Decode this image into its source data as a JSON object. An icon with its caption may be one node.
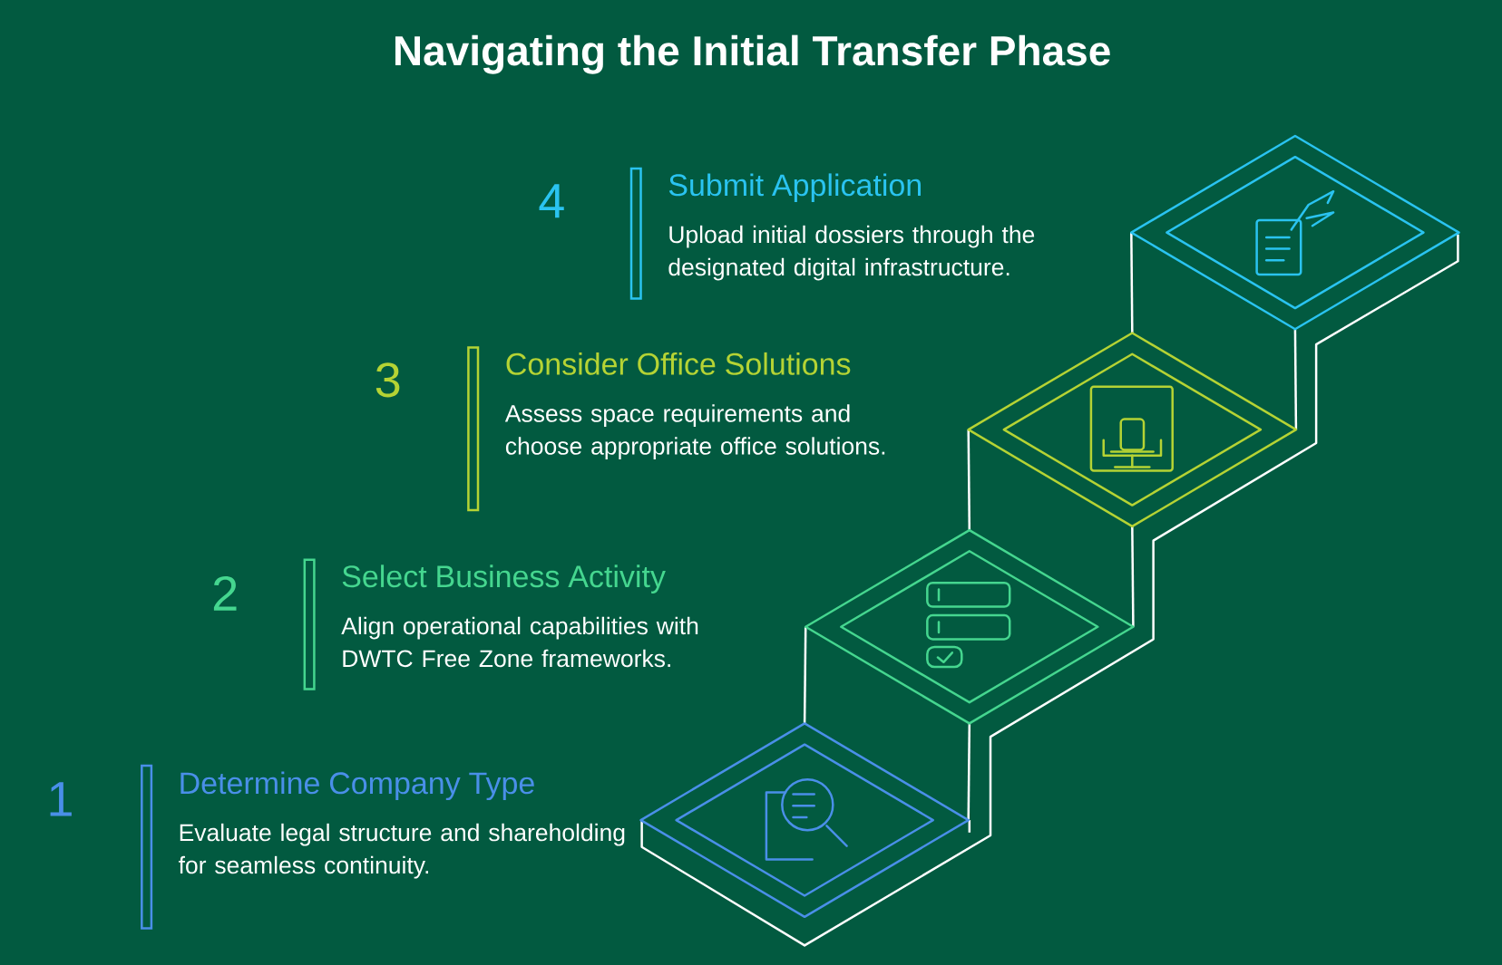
{
  "diagram": {
    "title": "Navigating the Initial Transfer Phase",
    "nodes": [
      {
        "text": [
          "Determine Company Type",
          "Evaluate legal structure and shareholding for seamless continuity."
        ],
        "beside": [
          "1"
        ]
      },
      {
        "text": [
          "Select Business Activity",
          "Align operational capabilities with DWTC Free Zone frameworks."
        ],
        "beside": [
          "2"
        ]
      },
      {
        "text": [
          "Consider Office Solutions",
          "Assess space requirements and choose appropriate office solutions."
        ],
        "beside": [
          "3"
        ]
      },
      {
        "text": [
          "Submit Application",
          "Upload initial dossiers through the designated digital infrastructure."
        ],
        "beside": [
          "4"
        ]
      }
    ]
  }
}
